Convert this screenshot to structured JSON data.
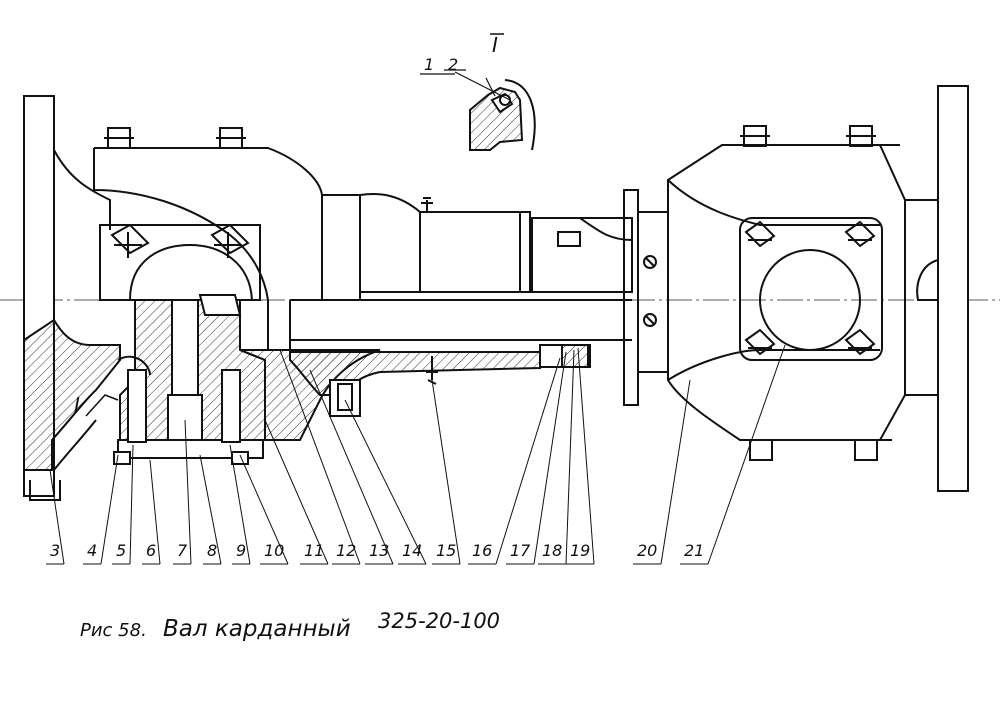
{
  "detail": {
    "label": "I",
    "callouts": [
      "1",
      "2"
    ]
  },
  "section_mark": "I",
  "callouts": [
    "3",
    "4",
    "5",
    "6",
    "7",
    "8",
    "9",
    "10",
    "11",
    "12",
    "13",
    "14",
    "15",
    "16",
    "17",
    "18",
    "19",
    "20",
    "21"
  ],
  "caption": {
    "prefix": "Рис 58.",
    "title": "Вал карданный",
    "code": "325-20-100"
  }
}
